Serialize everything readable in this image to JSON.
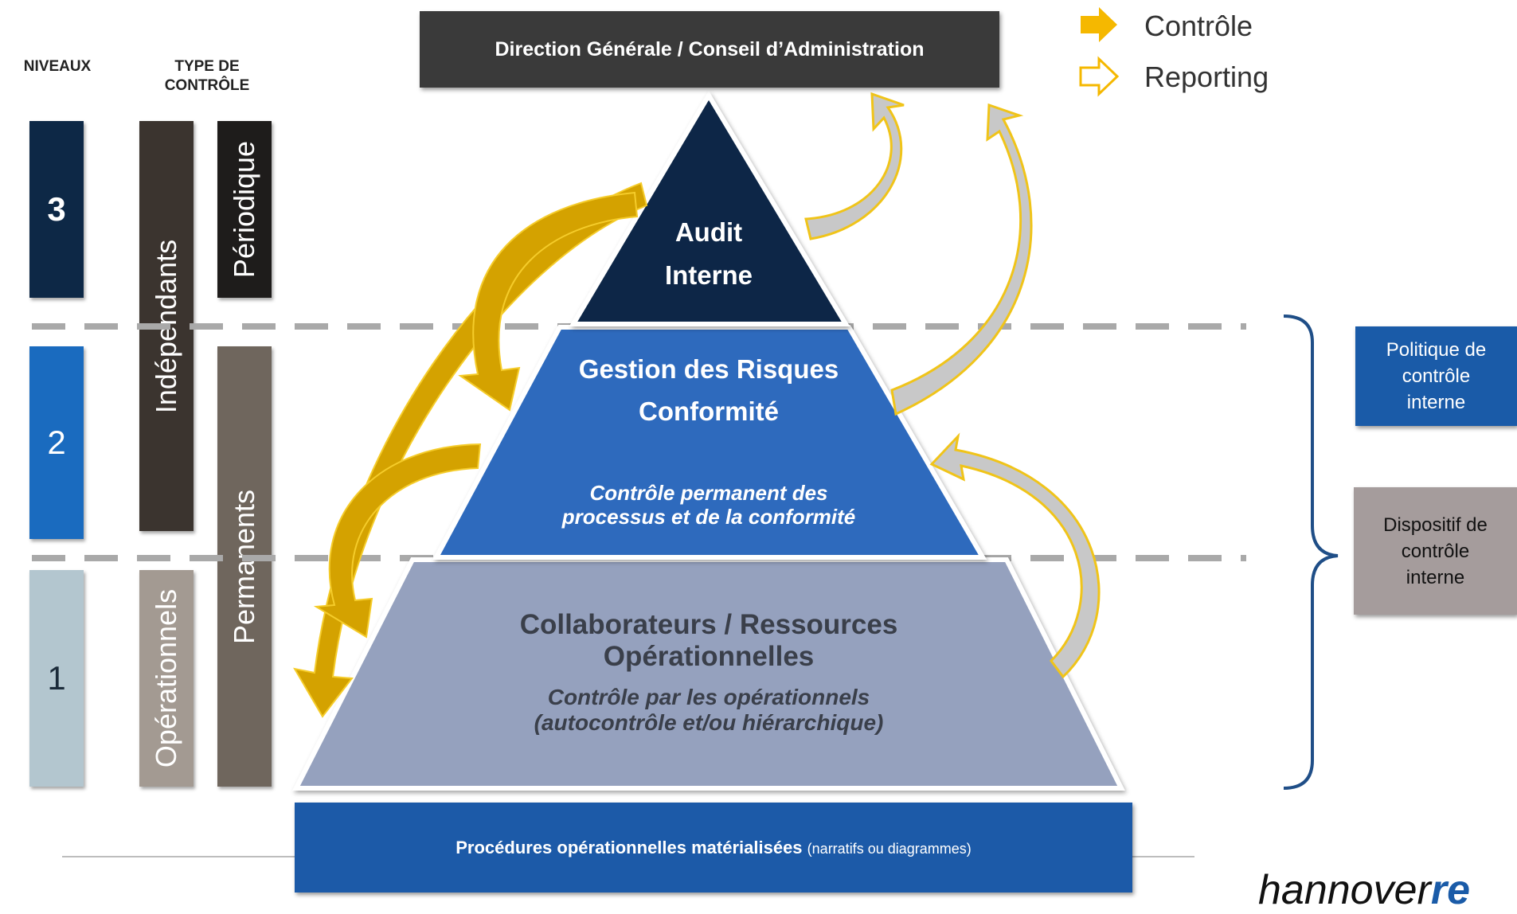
{
  "header": {
    "niveaux": "NIVEAUX",
    "type_line1": "TYPE DE",
    "type_line2": "CONTRÔLE"
  },
  "levels": [
    "3",
    "2",
    "1"
  ],
  "types": {
    "independants": "Indépendants",
    "operationnels": "Opérationnels",
    "periodique": "Périodique",
    "permanents": "Permanents"
  },
  "direction": "Direction Générale / Conseil d’Administration",
  "legend": {
    "controle": "Contrôle",
    "reporting": "Reporting"
  },
  "pyramid": {
    "audit_line1": "Audit",
    "audit_line2": "Interne",
    "gestion_line1": "Gestion des Risques",
    "gestion_line2": "Conformité",
    "gestion_sub1": "Contrôle permanent des",
    "gestion_sub2": "processus et de la conformité",
    "collab_line1": "Collaborateurs / Ressources",
    "collab_line2": "Opérationnelles",
    "collab_sub1": "Contrôle par les opérationnels",
    "collab_sub2": "(autocontrôle et/ou hiérarchique)"
  },
  "procedures": {
    "bold": "Procédures opérationnelles matérialisées",
    "normal": "(narratifs ou diagrammes)"
  },
  "side_boxes": {
    "politique": [
      "Politique de",
      "contrôle",
      "interne"
    ],
    "dispositif": [
      "Dispositif de",
      "contrôle",
      "interne"
    ]
  },
  "logo": {
    "word": "hannover",
    "suffix": "re"
  },
  "colors": {
    "level3": "#0d2846",
    "level2": "#1a6bbf",
    "level1": "#b3c6cf",
    "independants": "#3b342f",
    "operationnels": "#a39a92",
    "periodique": "#1e1c1b",
    "permanents": "#6f665d",
    "audit": "#0c2646",
    "gestion": "#2f6bbd",
    "collab": "#95a1be",
    "control_arrow": "#d4a200",
    "reporting_arrow": "#c8c8c8"
  }
}
